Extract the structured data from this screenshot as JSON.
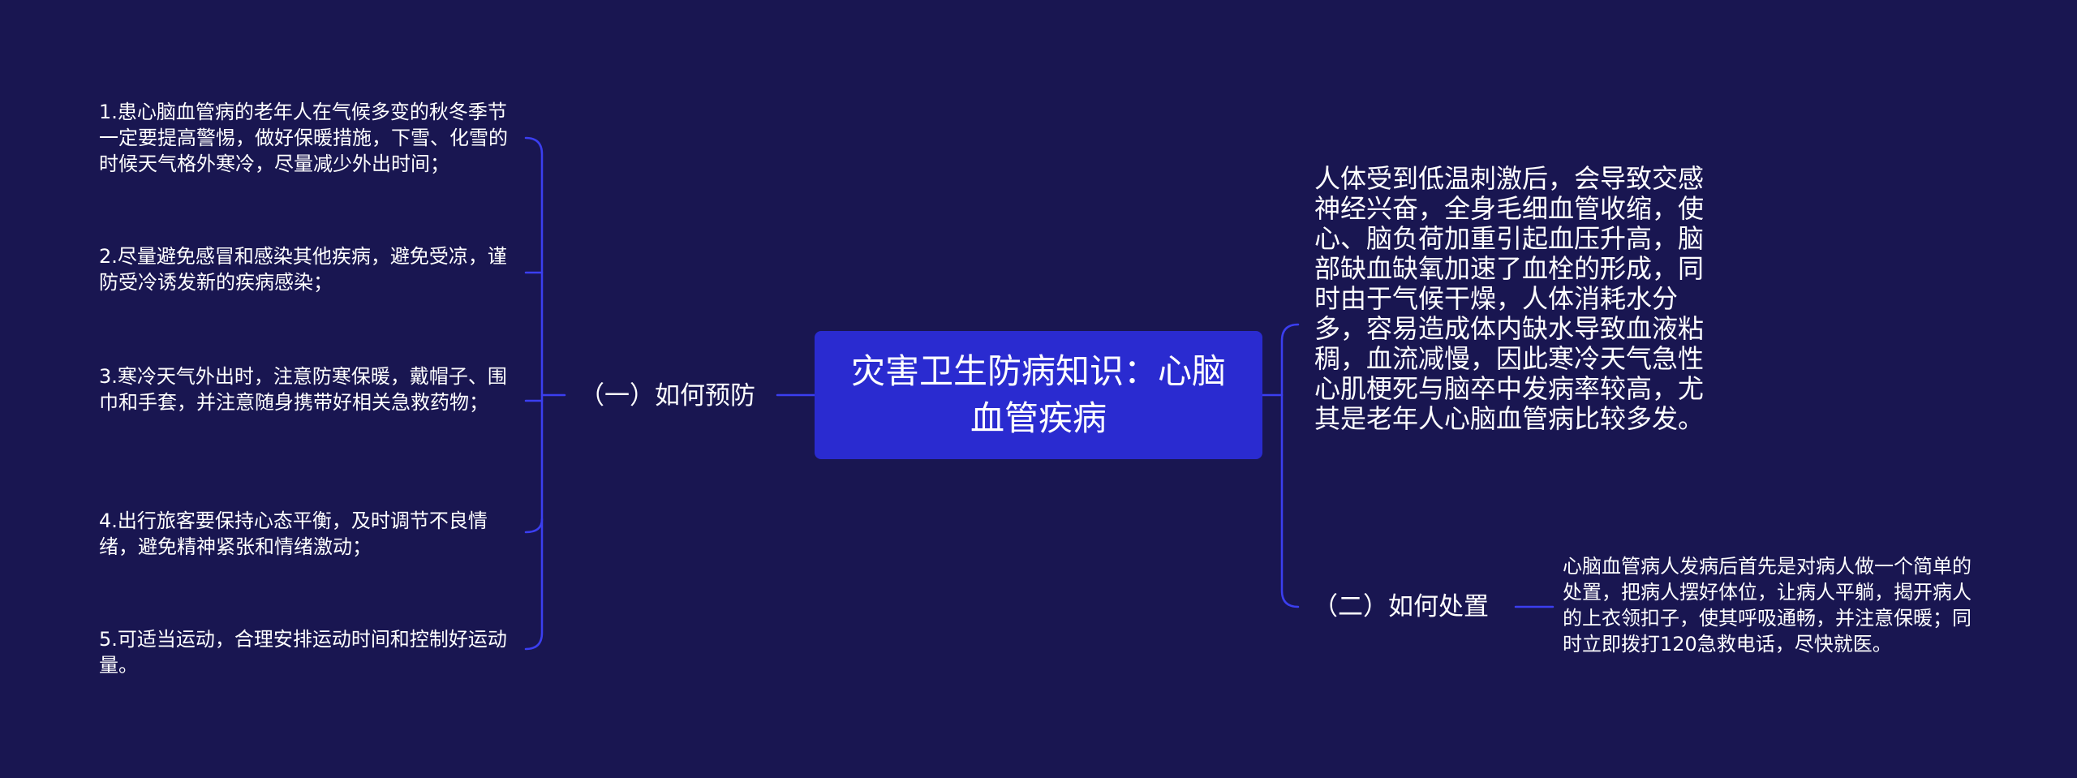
{
  "root": {
    "title": "灾害卫生防病知识：心脑血管疾病"
  },
  "left_branch": {
    "label": "（一）如何预防",
    "items": [
      "1.患心脑血管病的老年人在气候多变的秋冬季节一定要提高警惕，做好保暖措施，下雪、化雪的时候天气格外寒冷，尽量减少外出时间；",
      "2.尽量避免感冒和感染其他疾病，避免受凉，谨防受冷诱发新的疾病感染；",
      "3.寒冷天气外出时，注意防寒保暖，戴帽子、围巾和手套，并注意随身携带好相关急救药物；",
      "4.出行旅客要保持心态平衡，及时调节不良情绪，避免精神紧张和情绪激动；",
      "5.可适当运动，合理安排运动时间和控制好运动量。"
    ]
  },
  "right_side": {
    "description": "人体受到低温刺激后，会导致交感神经兴奋，全身毛细血管收缩，使心、脑负荷加重引起血压升高，脑部缺血缺氧加速了血栓的形成，同时由于气候干燥，人体消耗水分多，容易造成体内缺水导致血液粘稠，血流减慢，因此寒冷天气急性心肌梗死与脑卒中发病率较高，尤其是老年人心脑血管病比较多发。",
    "branch_label": "（二）如何处置",
    "branch_item": "心脑血管病人发病后首先是对病人做一个简单的处置，把病人摆好体位，让病人平躺，揭开病人的上衣领扣子，使其呼吸通畅，并注意保暖；同时立即拨打120急救电话，尽快就医。"
  },
  "colors": {
    "background": "#191651",
    "root_fill": "#2a2bd0",
    "connector": "#3b3ef0",
    "text": "#ffffff"
  }
}
